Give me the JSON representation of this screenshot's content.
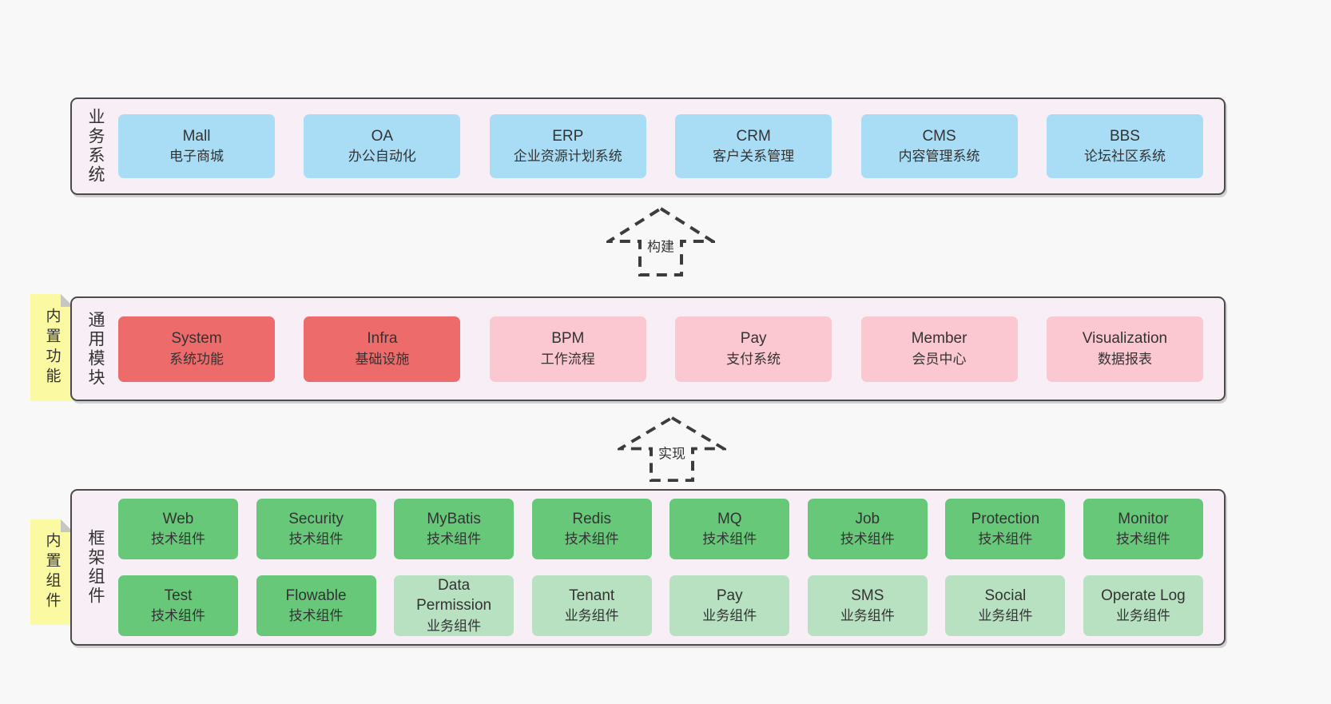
{
  "colors": {
    "background": "#f8f8f8",
    "layer_bg": "#f8eef6",
    "layer_border": "#4b4b4b",
    "arrow_stroke": "#3c3c3c",
    "blue": "#a9dcf5",
    "red": "#ee6b6b",
    "pink": "#fbc8d1",
    "green": "#67c87a",
    "light_green": "#b7e1c1",
    "note_yellow": "#fbf9a2",
    "note_fold": "#c6c6c6",
    "text": "#333333"
  },
  "arrows": [
    {
      "label": "构建"
    },
    {
      "label": "实现"
    }
  ],
  "layers": [
    {
      "label": "业务系统",
      "boxes": [
        {
          "name": "Mall",
          "desc": "电子商城"
        },
        {
          "name": "OA",
          "desc": "办公自动化"
        },
        {
          "name": "ERP",
          "desc": "企业资源计划系统"
        },
        {
          "name": "CRM",
          "desc": "客户关系管理"
        },
        {
          "name": "CMS",
          "desc": "内容管理系统"
        },
        {
          "name": "BBS",
          "desc": "论坛社区系统"
        }
      ]
    },
    {
      "label": "通用模块",
      "note": "内置功能",
      "boxes": [
        {
          "name": "System",
          "desc": "系统功能"
        },
        {
          "name": "Infra",
          "desc": "基础设施"
        },
        {
          "name": "BPM",
          "desc": "工作流程"
        },
        {
          "name": "Pay",
          "desc": "支付系统"
        },
        {
          "name": "Member",
          "desc": "会员中心"
        },
        {
          "name": "Visualization",
          "desc": "数据报表"
        }
      ]
    },
    {
      "label": "框架组件",
      "note": "内置组件",
      "rows": [
        [
          {
            "name": "Web",
            "desc": "技术组件"
          },
          {
            "name": "Security",
            "desc": "技术组件"
          },
          {
            "name": "MyBatis",
            "desc": "技术组件"
          },
          {
            "name": "Redis",
            "desc": "技术组件"
          },
          {
            "name": "MQ",
            "desc": "技术组件"
          },
          {
            "name": "Job",
            "desc": "技术组件"
          },
          {
            "name": "Protection",
            "desc": "技术组件"
          },
          {
            "name": "Monitor",
            "desc": "技术组件"
          }
        ],
        [
          {
            "name": "Test",
            "desc": "技术组件"
          },
          {
            "name": "Flowable",
            "desc": "技术组件"
          },
          {
            "name": "Data Permission",
            "desc": "业务组件"
          },
          {
            "name": "Tenant",
            "desc": "业务组件"
          },
          {
            "name": "Pay",
            "desc": "业务组件"
          },
          {
            "name": "SMS",
            "desc": "业务组件"
          },
          {
            "name": "Social",
            "desc": "业务组件"
          },
          {
            "name": "Operate Log",
            "desc": "业务组件"
          }
        ]
      ]
    }
  ]
}
